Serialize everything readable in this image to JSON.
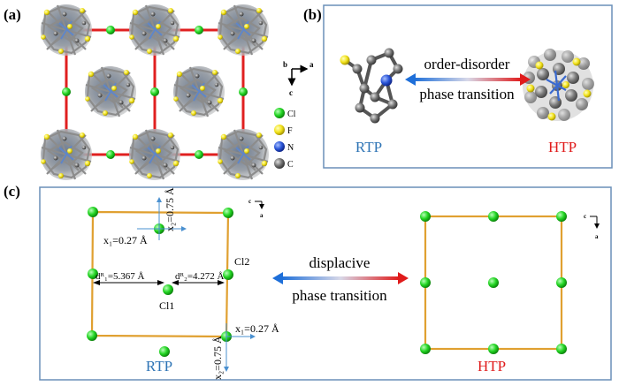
{
  "panels": {
    "a": {
      "label": "(a)",
      "axes": {
        "b": "b",
        "a": "a",
        "c": "c"
      },
      "legend": [
        {
          "symbol": "Cl",
          "color": "#22d422"
        },
        {
          "symbol": "F",
          "color": "#f2e21a"
        },
        {
          "symbol": "N",
          "color": "#2a55d8"
        },
        {
          "symbol": "C",
          "color": "#707070"
        }
      ]
    },
    "b": {
      "label": "(b)",
      "arrow_top": "order-disorder",
      "arrow_bottom": "phase transition",
      "rtp": "RTP",
      "htp": "HTP"
    },
    "c": {
      "label": "(c)",
      "arrow_top": "displacive",
      "arrow_bottom": "phase transition",
      "rtp": "RTP",
      "htp": "HTP",
      "axes_left": {
        "c": "c",
        "a": "a"
      },
      "axes_right": {
        "c": "c",
        "a": "a"
      },
      "annotations": {
        "x2_top": "x₂=0.75 Å",
        "x1_top": "x₁=0.27 Å",
        "dr1": "dᴿ₁=5.367 Å",
        "dr2": "dᴿ₂=4.272 Å",
        "cl1": "Cl1",
        "cl2": "Cl2",
        "x1_bottom": "x₁=0.27 Å",
        "x2_bottom": "x₂=0.75 Å"
      }
    }
  },
  "colors": {
    "cl": "#22d422",
    "cell_edge_a": "#e02020",
    "cell_edge_c": "#e0a030",
    "border": "#6a8fb8",
    "rtp": "#2e74b5",
    "htp": "#e01b1b"
  }
}
